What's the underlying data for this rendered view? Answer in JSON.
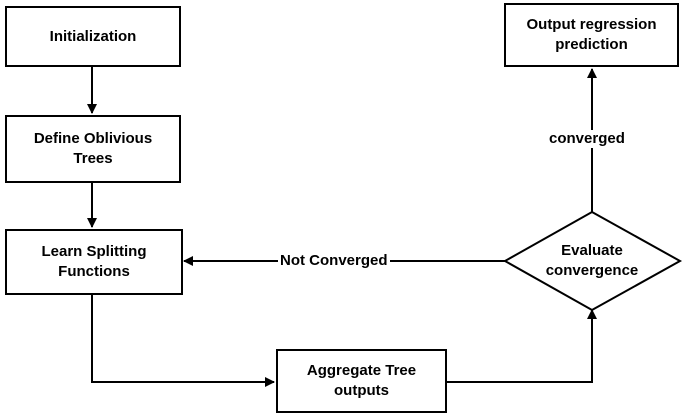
{
  "nodes": {
    "initialization": "Initialization",
    "define_trees": "Define Oblivious Trees",
    "learn_splitting": "Learn Splitting Functions",
    "aggregate": "Aggregate Tree outputs",
    "evaluate": "Evaluate convergence",
    "output": "Output regression prediction"
  },
  "edges": {
    "converged": "converged",
    "not_converged": "Not Converged"
  }
}
